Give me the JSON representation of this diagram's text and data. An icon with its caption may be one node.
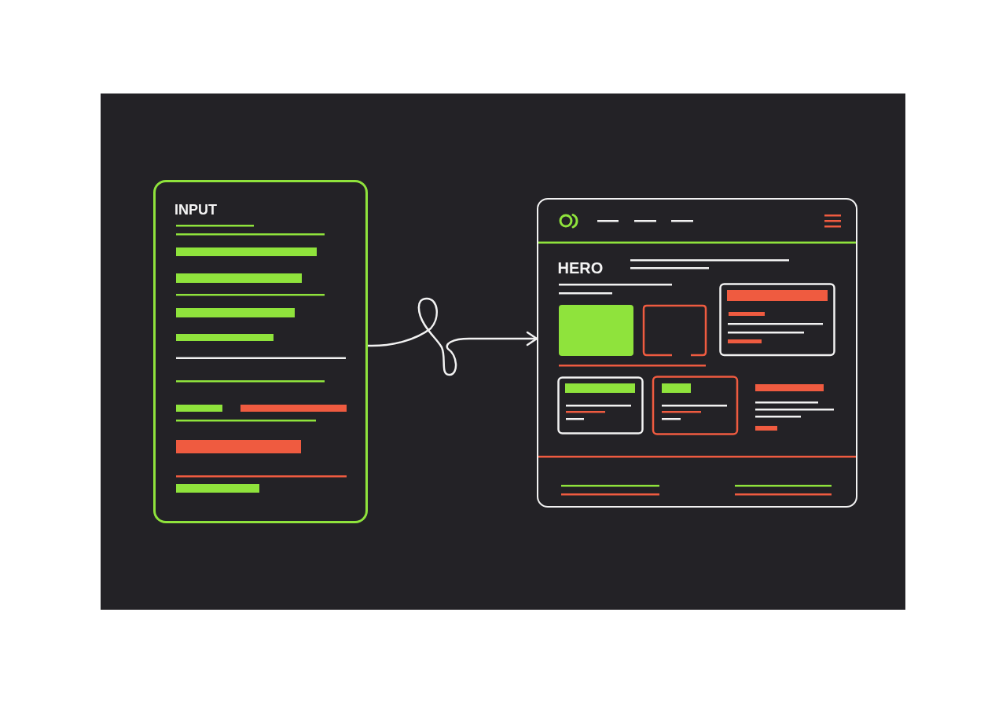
{
  "diagram": {
    "nodes": [
      {
        "text": [
          "INPUT"
        ]
      },
      {
        "text": [
          "HERO"
        ]
      }
    ],
    "edges": [
      {
        "from": 0,
        "to": 1,
        "arrow": "to"
      }
    ]
  }
}
